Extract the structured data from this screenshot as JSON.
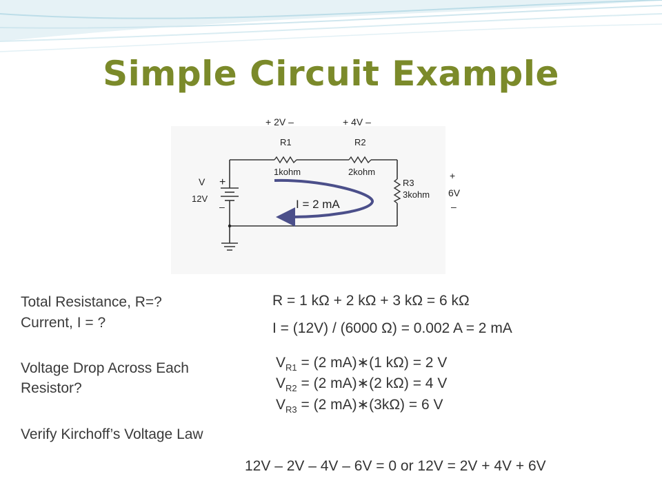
{
  "slide": {
    "title": "Simple Circuit Example"
  },
  "circuit": {
    "v_drop_r1": "+  2V –",
    "v_drop_r2": "+  4V –",
    "r1_name": "R1",
    "r1_value": "1kohm",
    "r2_name": "R2",
    "r2_value": "2kohm",
    "r3_name": "R3",
    "r3_value": "3kohm",
    "source_name": "V",
    "source_value": "12V",
    "source_plus": "+",
    "source_minus": "–",
    "r3_plus": "+",
    "r3_drop": "6V",
    "r3_minus": "–",
    "current_label": "I = 2 mA"
  },
  "questions": {
    "q1": "Total Resistance, R=?",
    "q2": "Current, I = ?",
    "q3a": "Voltage Drop Across Each",
    "q3b": "Resistor?",
    "q4": "Verify Kirchoff’s Voltage Law"
  },
  "answers": {
    "resistance": "R = 1 kΩ + 2 kΩ + 3 kΩ = 6 kΩ",
    "current": "I  =  (12V) / (6000 Ω) =  0.002 A = 2 mA",
    "v_letter": "V",
    "vr1_sub": "R1",
    "vr1_rest": " = (2 mA)∗(1 kΩ)  = 2 V",
    "vr2_sub": "R2",
    "vr2_rest": " = (2 mA)∗(2 kΩ)  = 4 V",
    "vr3_sub": "R3",
    "vr3_rest": " = (2 mA)∗(3kΩ)  = 6 V",
    "kvl": "12V – 2V – 4V – 6V = 0  or  12V = 2V + 4V + 6V"
  },
  "colors": {
    "title": "#7b8a2a",
    "arrow": "#4b4f8a",
    "decor": "#c9e3ec"
  }
}
